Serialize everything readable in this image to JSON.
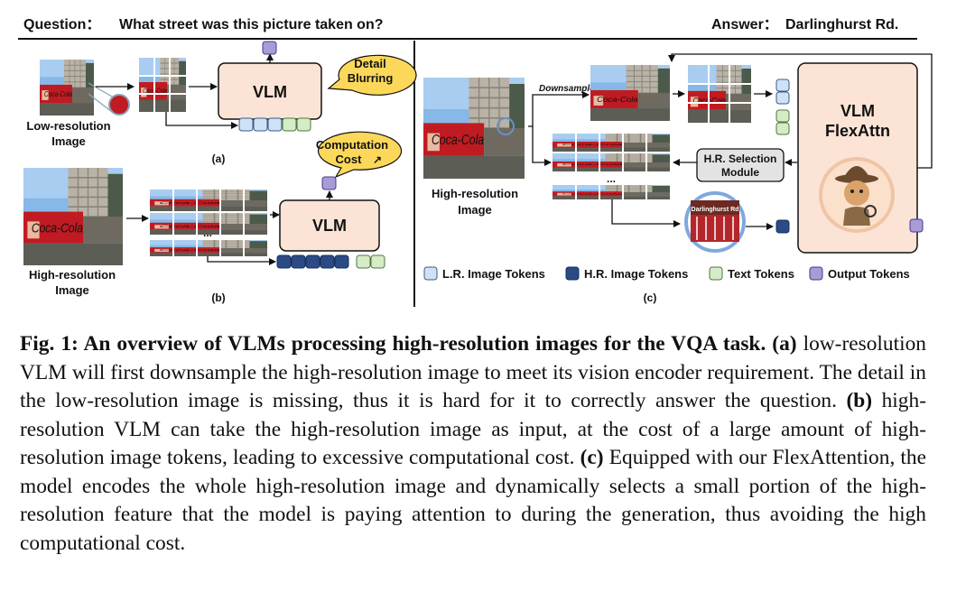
{
  "figure": {
    "question_label": "Question：",
    "question_text": "What street was this picture taken on?",
    "answer_label": "Answer：",
    "answer_text": "Darlinghurst Rd.",
    "panel_a": {
      "image_caption_line1": "Low-resolution",
      "image_caption_line2": "Image",
      "model_label": "VLM",
      "callout_line1": "Detail",
      "callout_line2": "Blurring",
      "sublabel": "(a)"
    },
    "panel_b": {
      "image_caption_line1": "High-resolution",
      "image_caption_line2": "Image",
      "model_label": "VLM",
      "callout_line1": "Computation",
      "callout_line2": "Cost",
      "callout_arrow": "↗",
      "ellipsis": "...",
      "sublabel": "(b)"
    },
    "panel_c": {
      "image_caption_line1": "High-resolution",
      "image_caption_line2": "Image",
      "downsample_label": "Downsample",
      "selection_line1": "H.R. Selection",
      "selection_line2": "Module",
      "model_line1": "VLM",
      "model_line2": "FlexAttn",
      "ellipsis": "...",
      "zoom_sign_text": "Darlinghurst Rd",
      "sublabel": "(c)"
    },
    "billboard_text": "Coca-Cola",
    "legend": [
      {
        "label": "L.R. Image Tokens",
        "color": "#cfe2f5"
      },
      {
        "label": "H.R. Image Tokens",
        "color": "#2b4a86"
      },
      {
        "label": "Text Tokens",
        "color": "#d6ebc8"
      },
      {
        "label": "Output Tokens",
        "color": "#a99ad8"
      }
    ],
    "colors": {
      "vlm_fill": "#fbe4d6",
      "callout_fill": "#fcd85a",
      "selection_fill": "#e3e3e3",
      "sky": "#7fb3e6",
      "billboard": "#c01b22"
    }
  },
  "caption": {
    "fig_label": "Fig. 1: An overview of VLMs processing high-resolution images for the VQA task.",
    "a_label": "(a)",
    "a_text": " low-resolution VLM will first downsample the high-resolution image to meet its vision encoder requirement. The detail in the low-resolution image is missing, thus it is hard for it to correctly answer the question. ",
    "b_label": "(b)",
    "b_text": " high-resolution VLM can take the high-resolution image as input, at the cost of a large amount of high-resolution image tokens, leading to excessive computational cost. ",
    "c_label": "(c)",
    "c_text": " Equipped with our FlexAttention, the model encodes the whole high-resolution image and dynamically selects a small portion of the high-resolution feature that the model is paying attention to during the generation, thus avoiding the high computational cost."
  }
}
